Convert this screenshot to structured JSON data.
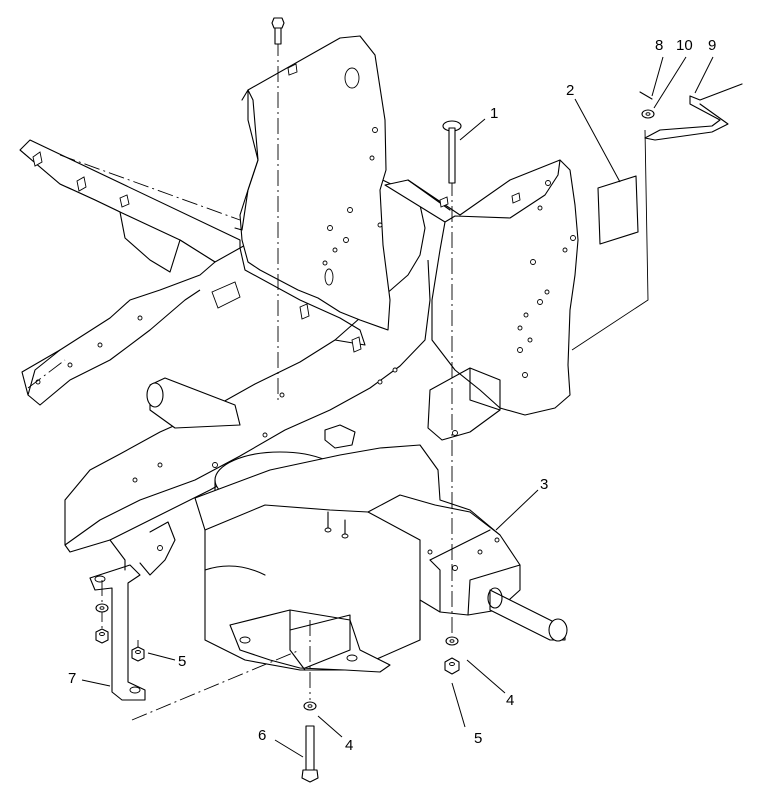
{
  "callouts": [
    {
      "id": "c1",
      "text": "1"
    },
    {
      "id": "c2",
      "text": "2"
    },
    {
      "id": "c3",
      "text": "3"
    },
    {
      "id": "c4a",
      "text": "4"
    },
    {
      "id": "c4b",
      "text": "4"
    },
    {
      "id": "c5a",
      "text": "5"
    },
    {
      "id": "c5b",
      "text": "5"
    },
    {
      "id": "c6",
      "text": "6"
    },
    {
      "id": "c7",
      "text": "7"
    },
    {
      "id": "c8",
      "text": "8"
    },
    {
      "id": "c9",
      "text": "9"
    },
    {
      "id": "c10",
      "text": "10"
    }
  ]
}
